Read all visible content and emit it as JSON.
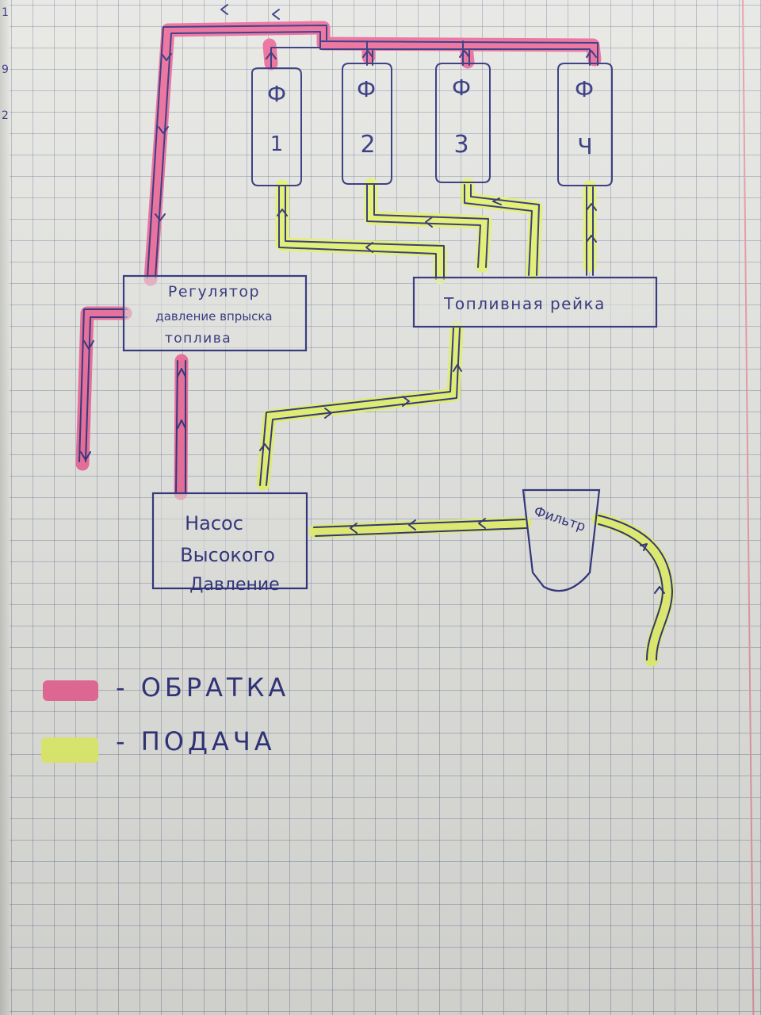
{
  "colors": {
    "ink": "#2c2f7a",
    "return_line": "#ec6a99",
    "supply_line": "#e7f570",
    "paper": "#e6e7e3",
    "grid": "#5f6e8c"
  },
  "injectors": [
    {
      "letter": "Ф",
      "number": "1"
    },
    {
      "letter": "Ф",
      "number": "2"
    },
    {
      "letter": "Ф",
      "number": "3"
    },
    {
      "letter": "Ф",
      "number": "Ч"
    }
  ],
  "regulator": {
    "line1": "Регулятор",
    "line2": "давление впрыска",
    "line3": "топлива"
  },
  "fuel_rail": {
    "label": "Топливная рейка"
  },
  "pump": {
    "line1": "Насос",
    "line2": "Высокого",
    "line3": "Давление"
  },
  "filter": {
    "label": "Фильтр"
  },
  "legend": [
    {
      "color": "#ec6a99",
      "label": "- ОБРАТКА"
    },
    {
      "color": "#e7f570",
      "label": "- ПОДАЧА"
    }
  ],
  "margin_marks": [
    "1",
    "9",
    "2"
  ]
}
